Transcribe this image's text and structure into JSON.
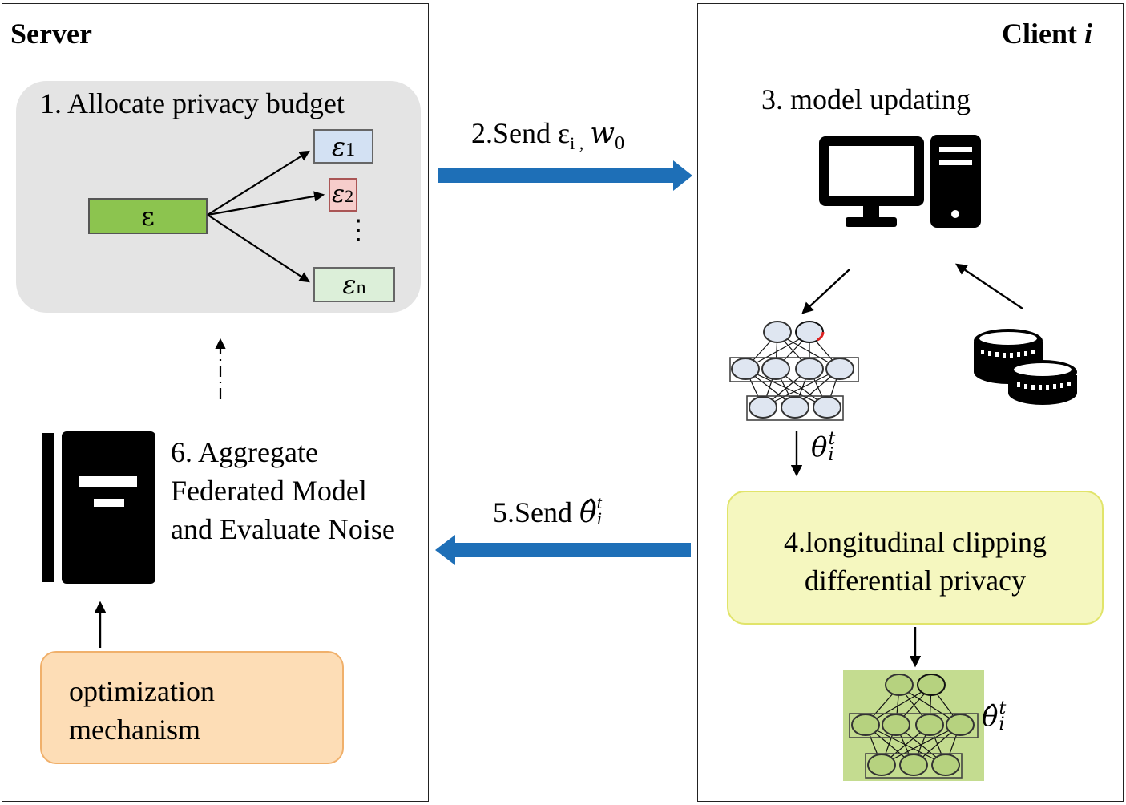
{
  "server": {
    "title": "Server",
    "step1_label": "1. Allocate privacy budget",
    "epsilon": "ε",
    "eps1": "ε",
    "eps1_sub": "1",
    "eps2": "ε",
    "eps2_sub": "2",
    "epsn": "ε",
    "epsn_sub": "n",
    "dots": "⋮",
    "step6_line1": "6. Aggregate",
    "step6_line2": "Federated Model",
    "step6_line3": "and Evaluate Noise",
    "opt_line1": "optimization",
    "opt_line2": "mechanism"
  },
  "client": {
    "title": "Client",
    "title_var": "i",
    "step3_label": "3. model updating",
    "theta_label": "θ",
    "theta_sup": "t",
    "theta_sub": "i",
    "step4_line1": "4.longitudinal clipping",
    "step4_line2": "differential privacy",
    "theta_hat_label": "θ̂",
    "theta_hat_sup": "t",
    "theta_hat_sub": "i"
  },
  "arrows": {
    "step2_text": "2.Send ε",
    "step2_sub": "i ,",
    "step2_w": "w",
    "step2_w_sub": "0",
    "step5_text": "5.Send ",
    "step5_theta": "θ̂",
    "step5_sup": "t",
    "step5_sub": "i"
  },
  "colors": {
    "allocate_bg": "#e4e4e4",
    "eps_green": "#8cc44f",
    "eps1_fill": "#d3e1f3",
    "eps2_fill": "#f6cdcb",
    "epsn_fill": "#dcefd9",
    "opt_fill": "#fdddb6",
    "opt_border": "#f0b06b",
    "ldp_fill": "#f5f7bf",
    "ldp_border": "#e1e46a",
    "nn_green_bg": "#c4dc90",
    "arrow_blue": "#1e6fb7"
  },
  "icons": [
    "computer-icon",
    "coins-icon",
    "book-icon",
    "neural-network-icon"
  ]
}
